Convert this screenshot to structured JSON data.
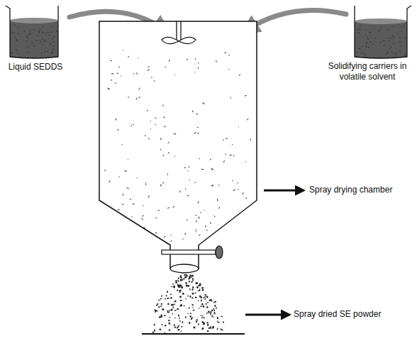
{
  "diagram": {
    "labels": [
      "Liquid SEDDS",
      "Solidifying carriers in volatile solvent",
      "Spray drying chamber",
      "Spray dried SE powder"
    ]
  }
}
